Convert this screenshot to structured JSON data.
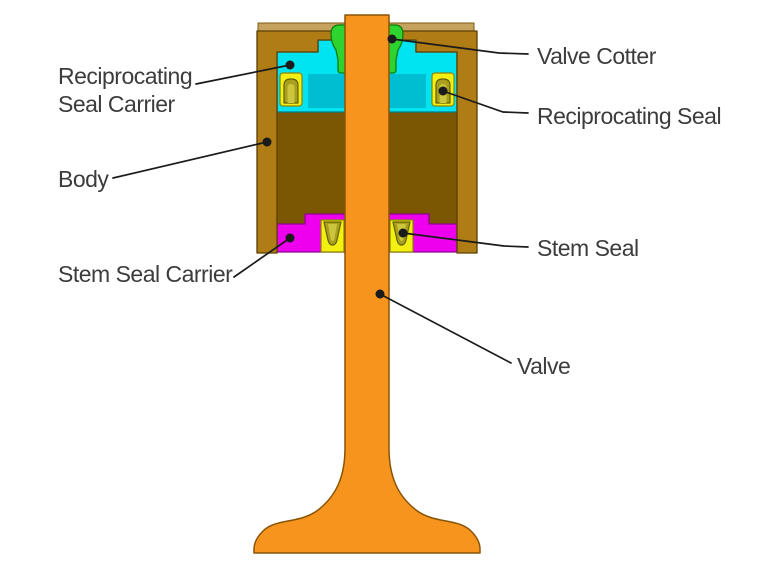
{
  "colors": {
    "background": "#ffffff",
    "body": "#b07c15",
    "body_chamfer": "#c5a35f",
    "body_bore": "#7c5703",
    "valve": "#f7941e",
    "seal_carrier": "#00e4f2",
    "seal_carrier_inner": "#00bed2",
    "seal": "#f3ef11",
    "seal_cup": "#a89f1c",
    "seal_cup_light": "#ccc53e",
    "cotter": "#2fd32f",
    "stem_seal_carrier": "#ee00ee",
    "leader_line": "#1b1b1b",
    "label_text": "#3c3c3c"
  },
  "labels": {
    "reciprocating_seal_carrier_line1": "Reciprocating",
    "reciprocating_seal_carrier_line2": "Seal Carrier",
    "valve_cotter": "Valve Cotter",
    "reciprocating_seal": "Reciprocating Seal",
    "body": "Body",
    "stem_seal_carrier": "Stem Seal Carrier",
    "stem_seal": "Stem Seal",
    "valve": "Valve"
  }
}
